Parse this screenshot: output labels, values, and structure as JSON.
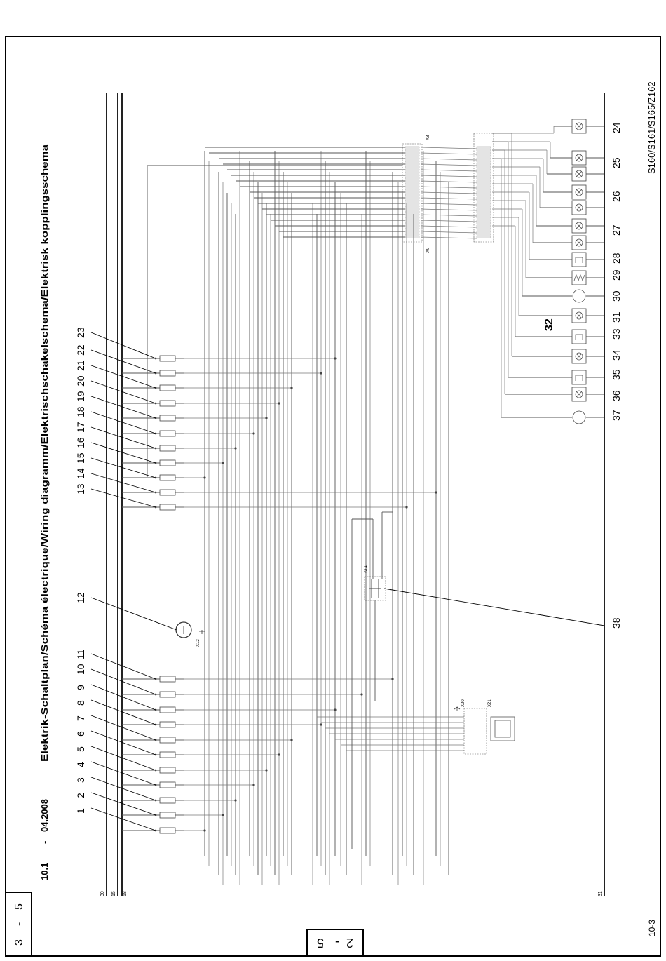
{
  "header": {
    "chapter": "10.1",
    "separator": "-",
    "date": "04.2008",
    "title": "Elektrik-Schaltplan/Schéma électrique/Wiring diagramm/Elektrischschakelschema/Elektrisk kopplingsschema"
  },
  "model": "S160/S161/S165/Z162",
  "page_ref": "10-3",
  "tab_outer": {
    "a": "3",
    "sep": "-",
    "b": "5"
  },
  "tab_inner": {
    "a": "2",
    "sep": "-",
    "b": "5"
  },
  "big_label": "32",
  "left_callouts": [
    "1",
    "2",
    "3",
    "4",
    "5",
    "6",
    "7",
    "8",
    "9",
    "10",
    "11",
    "12",
    "13",
    "14",
    "15",
    "16",
    "17",
    "18",
    "19",
    "20",
    "21",
    "22",
    "23"
  ],
  "right_callouts": [
    "24",
    "25",
    "26",
    "27",
    "28",
    "29",
    "30",
    "31",
    "33",
    "34",
    "35",
    "36",
    "37",
    "38"
  ],
  "connectors": {
    "x8": "X8",
    "x9": "X9",
    "x12": "X12",
    "x20": "X20",
    "x21": "X21",
    "s14": "S14"
  },
  "bus_labels": {
    "l30": "30",
    "l15": "15",
    "l58": "58",
    "l31": "31"
  }
}
